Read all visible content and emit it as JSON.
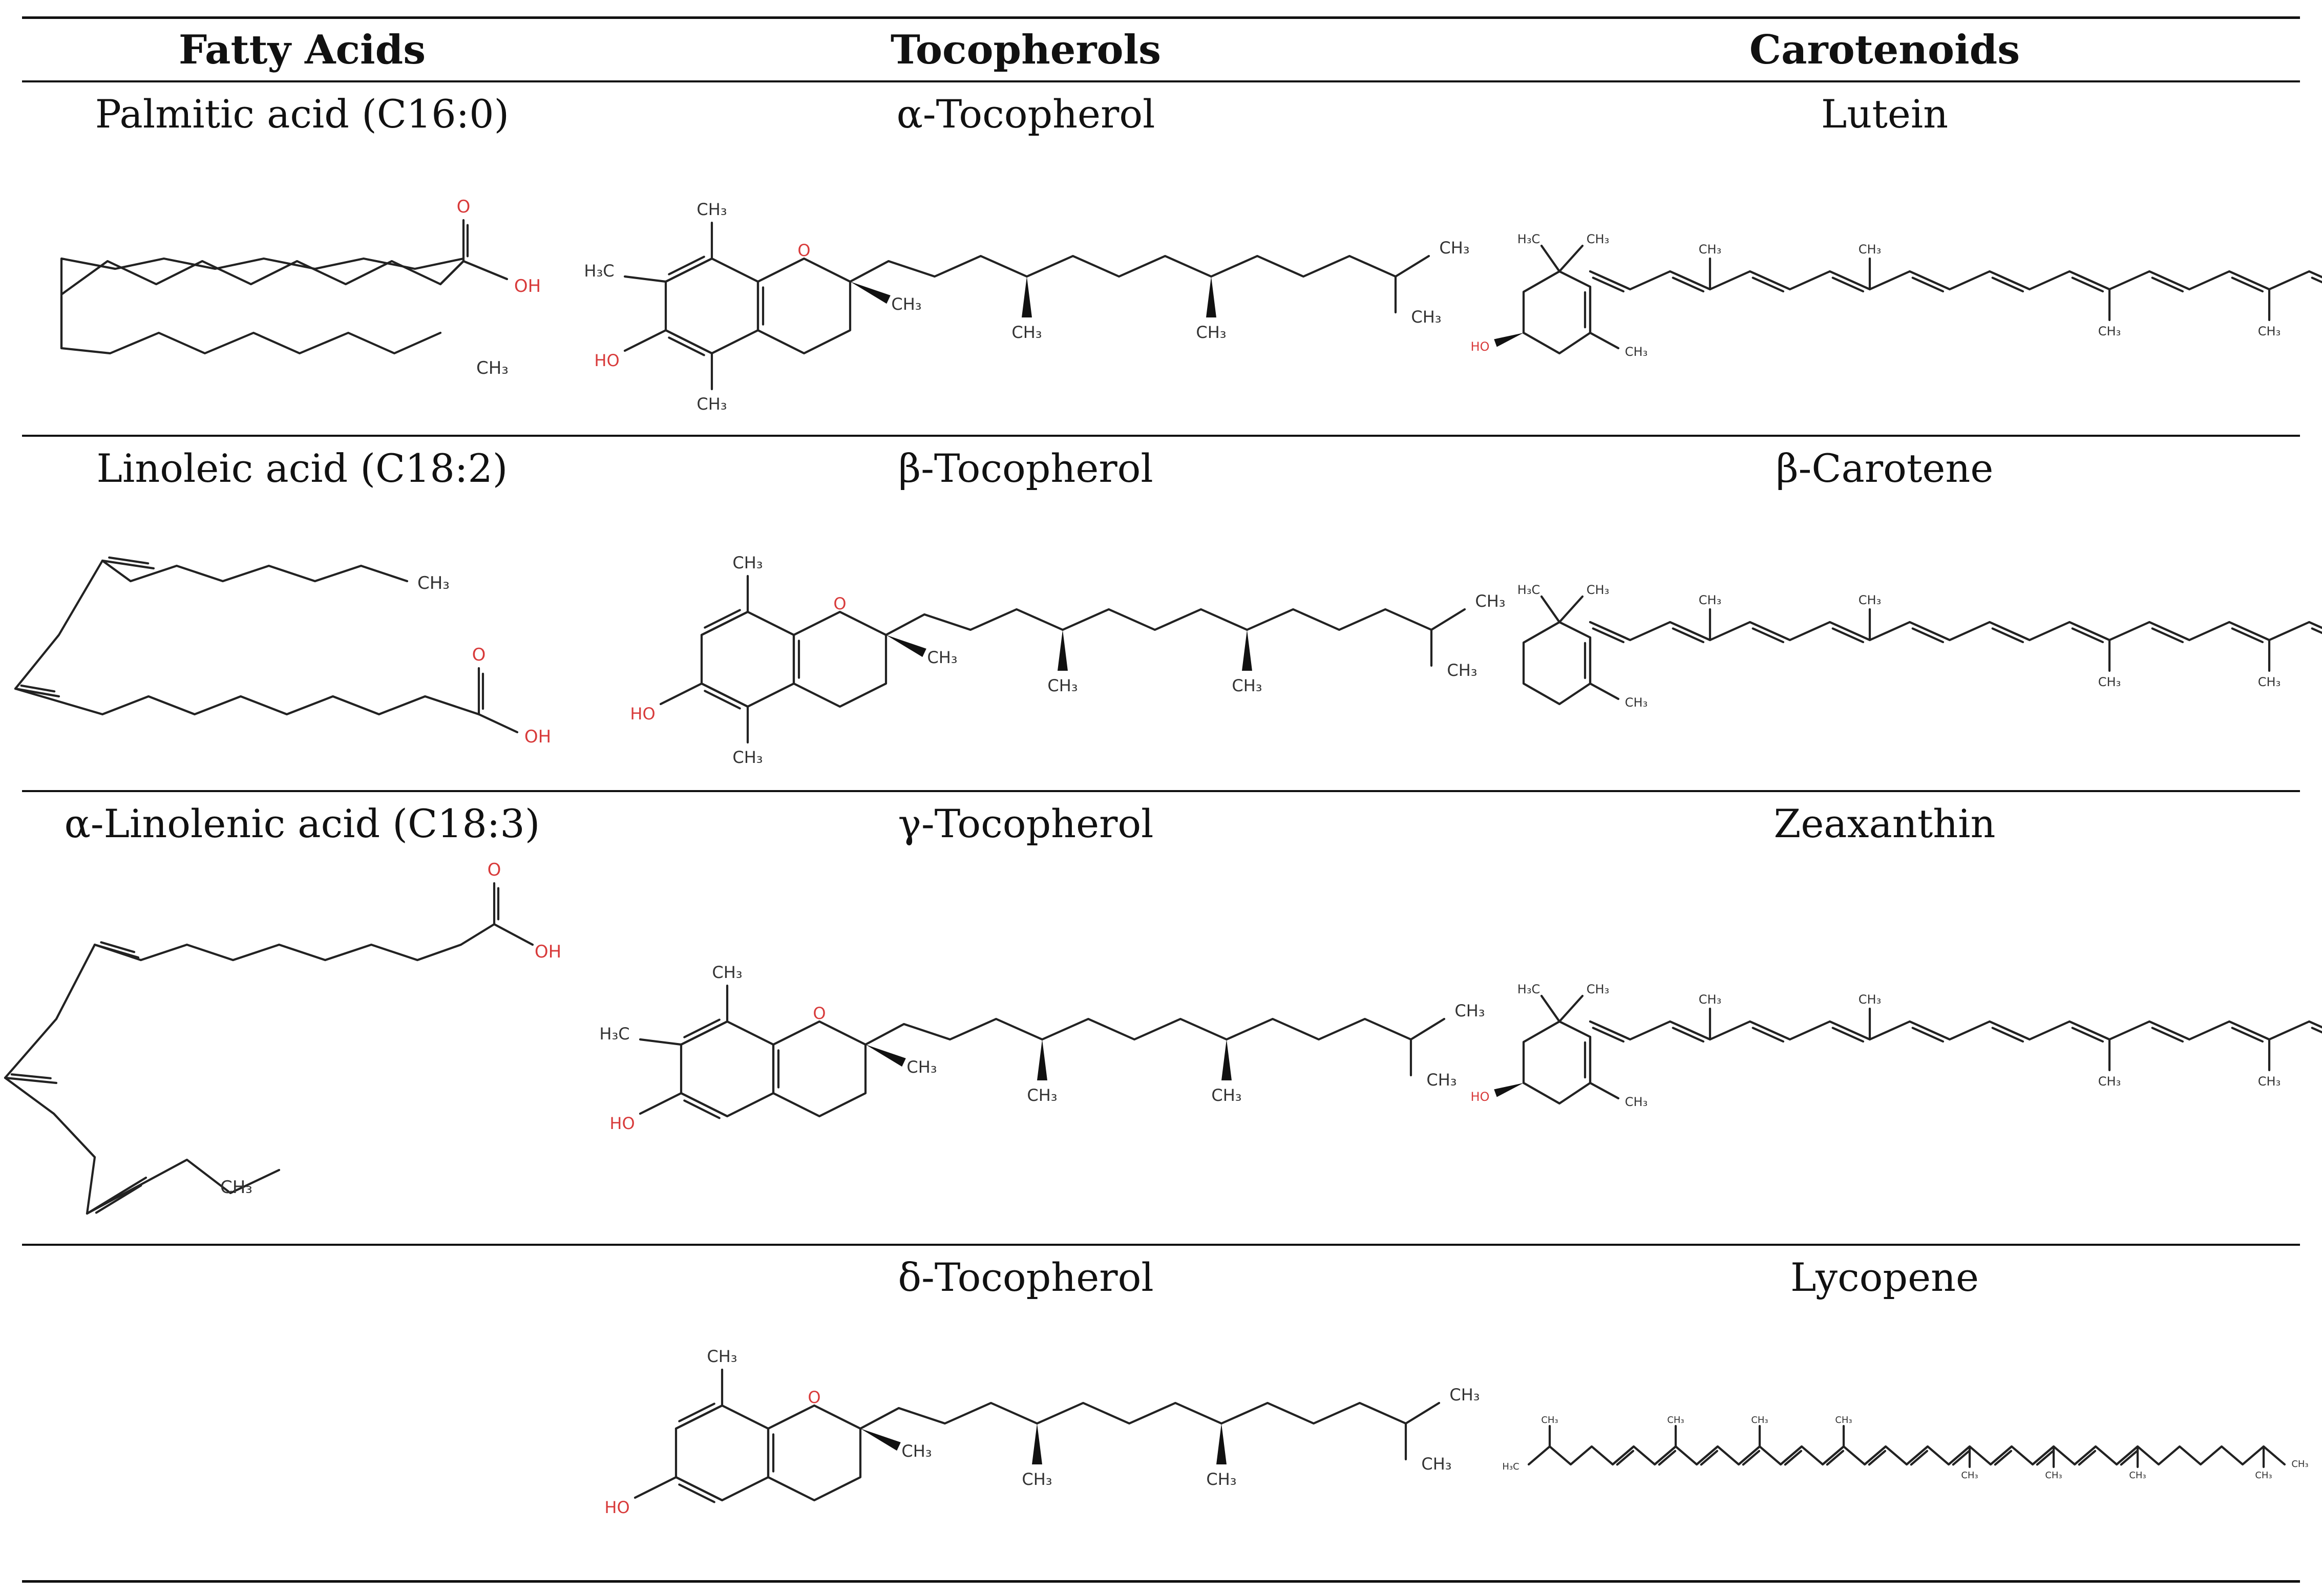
{
  "headers": [
    "Fatty Acids",
    "Tocopherols",
    "Carotenoids"
  ],
  "rows": [
    {
      "fatty_acid": "Palmitic acid (C16:0)",
      "tocopherol": "α-Tocopherol",
      "carotenoid": "Lutein"
    },
    {
      "fatty_acid": "Linoleic acid (C18:2)",
      "tocopherol": "β-Tocopherol",
      "carotenoid": "β-Carotene"
    },
    {
      "fatty_acid": "α-Linolenic acid (C18:3)",
      "tocopherol": "γ-Tocopherol",
      "carotenoid": "Zeaxanthin"
    },
    {
      "fatty_acid": "",
      "tocopherol": "δ-Tocopherol",
      "carotenoid": "Lycopene"
    }
  ],
  "atom_labels": {
    "ch3": "CH₃",
    "h3c": "H₃C",
    "o": "O",
    "oh": "OH",
    "ho": "HO"
  },
  "colors": {
    "line": "#111111",
    "oxygen": "#d83a3a",
    "text": "#333333"
  }
}
